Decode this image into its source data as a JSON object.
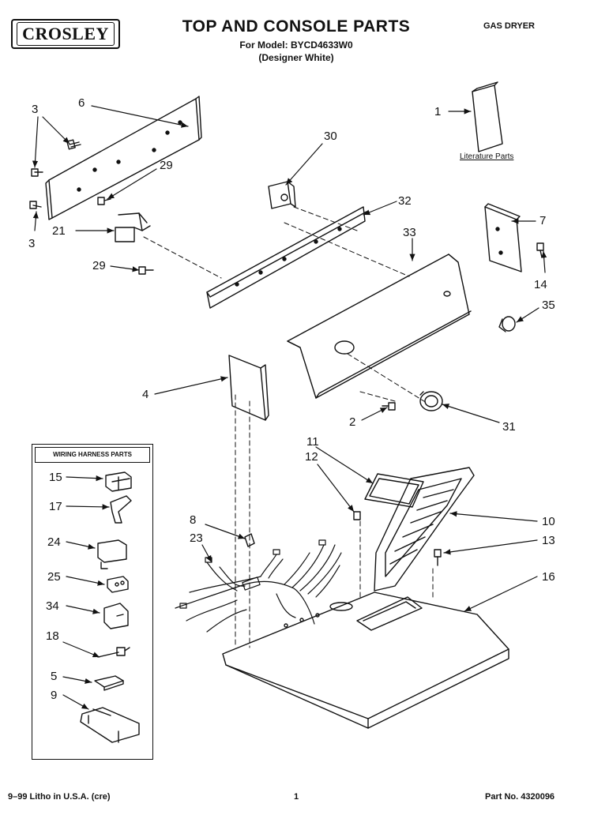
{
  "brand": "CROSLEY",
  "title": "TOP AND CONSOLE PARTS",
  "model_line": "For Model: BYCD4633W0",
  "color_line": "(Designer White)",
  "product_type": "GAS DRYER",
  "literature_label": "Literature Parts",
  "harness_header": "WIRING HARNESS PARTS",
  "footer": {
    "left": "9–99 Litho in U.S.A. (cre)",
    "center": "1",
    "right": "Part No. 4320096"
  },
  "callouts": {
    "c1": "1",
    "c2": "2",
    "c3a": "3",
    "c3b": "3",
    "c4": "4",
    "c5": "5",
    "c6": "6",
    "c7": "7",
    "c8": "8",
    "c9": "9",
    "c10": "10",
    "c11": "11",
    "c12": "12",
    "c13": "13",
    "c14": "14",
    "c15": "15",
    "c16": "16",
    "c17": "17",
    "c18": "18",
    "c21": "21",
    "c23": "23",
    "c24": "24",
    "c25": "25",
    "c29a": "29",
    "c29b": "29",
    "c30": "30",
    "c31": "31",
    "c32": "32",
    "c33": "33",
    "c34": "34",
    "c35": "35"
  }
}
